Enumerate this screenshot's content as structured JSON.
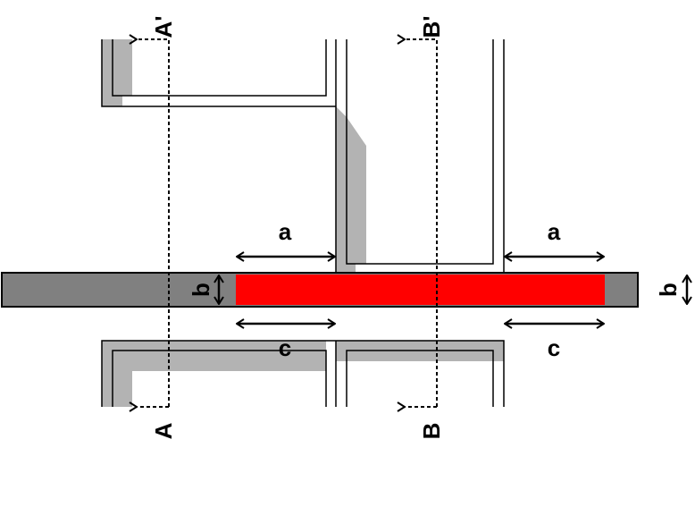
{
  "labels": {
    "section_a_top": "A'",
    "section_a_bottom": "A",
    "section_b_top": "B'",
    "section_b_bottom": "B",
    "dim_a_left": "a",
    "dim_a_right": "a",
    "dim_c_left": "c",
    "dim_c_right": "c",
    "dim_b_left": "b",
    "dim_b_right": "b"
  },
  "colors": {
    "highlight": "#ff0000",
    "bar": "#808080",
    "shadow": "#b3b3b3"
  }
}
